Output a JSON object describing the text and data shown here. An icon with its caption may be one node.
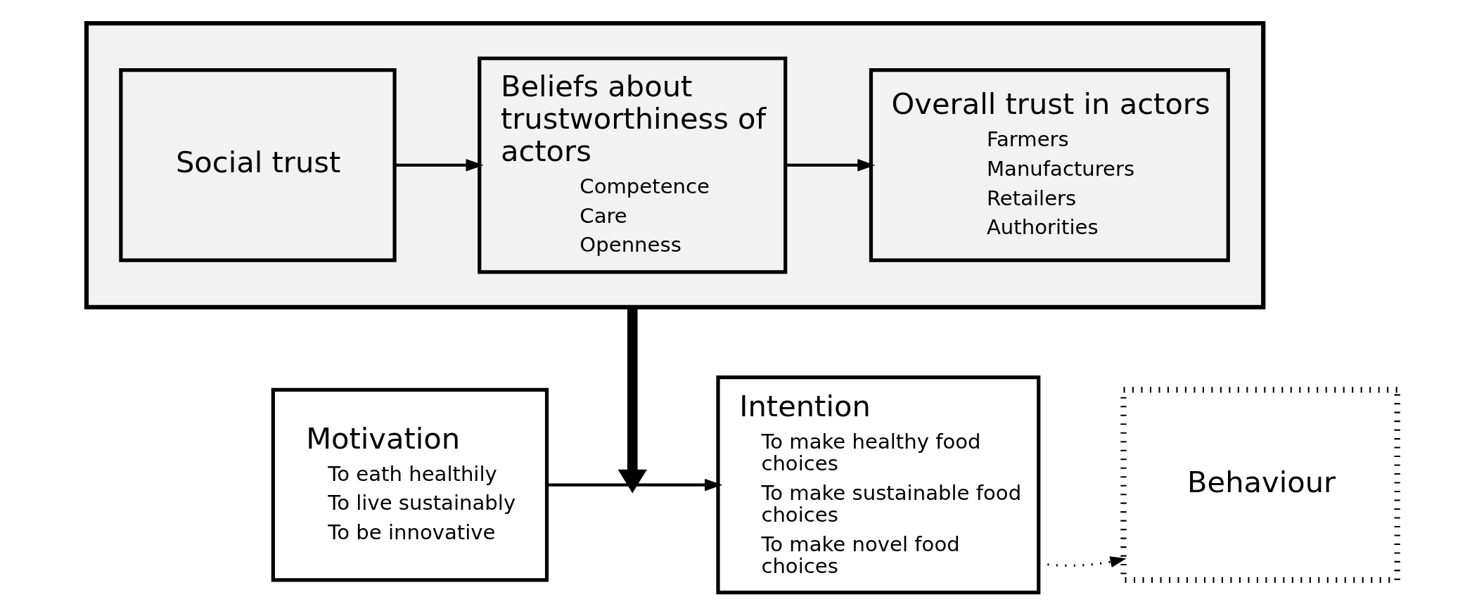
{
  "diagram": {
    "nodes": [
      {
        "text": [],
        "shape": "box"
      },
      {
        "text": [
          "Social trust"
        ],
        "in": 0
      },
      {
        "text": [
          "Beliefs about trustworthiness of actors",
          "Competence",
          "Care",
          "Openness"
        ],
        "in": 0
      },
      {
        "text": [
          "Overall trust in actors",
          "Farmers",
          "Manufacturers",
          "Retailers",
          "Authorities"
        ],
        "in": 0
      },
      {
        "text": [
          "Motivation",
          "To eath healthily",
          "To live sustainably",
          "To be innovative"
        ]
      },
      {
        "text": [
          "Intention",
          "To make healthy food choices",
          "To make sustainable food choices",
          "To make novel food choices"
        ]
      },
      {
        "text": [
          "Behaviour"
        ]
      }
    ],
    "edges": [
      {
        "from": 1,
        "to": 2,
        "arrow": "to"
      },
      {
        "from": 2,
        "to": 3,
        "arrow": "to"
      },
      {
        "from": 4,
        "to": 5,
        "arrow": "to"
      },
      {
        "from": 0,
        "to": null,
        "arrow": "to",
        "style": "thick"
      },
      {
        "from": 5,
        "to": 6,
        "arrow": "to",
        "style": "dashed"
      }
    ]
  }
}
